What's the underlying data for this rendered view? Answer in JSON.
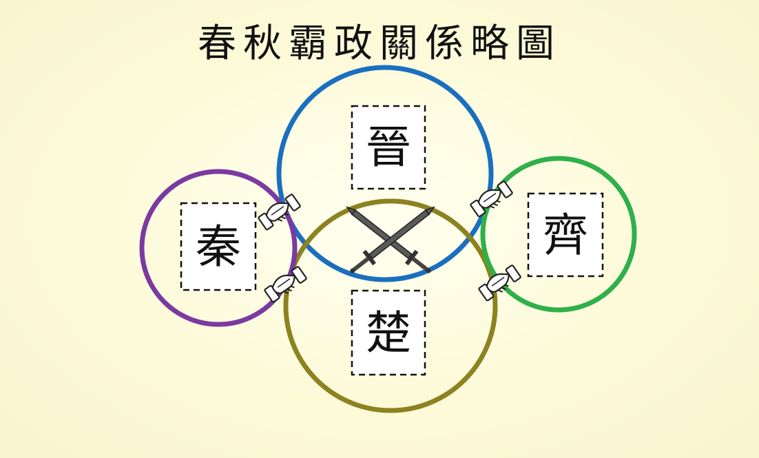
{
  "title": "春秋霸政關係略圖",
  "colors": {
    "background": "#fdfad8",
    "jin_ring": "#1a6fbf",
    "chu_ring": "#8c8220",
    "qin_ring": "#7a3aa0",
    "qi_ring": "#2eb04a",
    "box_border": "#111111"
  },
  "states": {
    "jin": {
      "glyph": "晉",
      "ring_color": "#1a6fbf"
    },
    "chu": {
      "glyph": "楚",
      "ring_color": "#8c8220"
    },
    "qin": {
      "glyph": "秦",
      "ring_color": "#7a3aa0"
    },
    "qi": {
      "glyph": "齊",
      "ring_color": "#2eb04a"
    }
  },
  "relations": [
    {
      "between": [
        "晉",
        "楚"
      ],
      "kind": "rivalry",
      "icon": "crossed-swords-icon"
    },
    {
      "between": [
        "秦",
        "晉"
      ],
      "kind": "alliance",
      "icon": "handshake-icon"
    },
    {
      "between": [
        "秦",
        "楚"
      ],
      "kind": "alliance",
      "icon": "handshake-icon"
    },
    {
      "between": [
        "晉",
        "齊"
      ],
      "kind": "alliance",
      "icon": "handshake-icon"
    },
    {
      "between": [
        "楚",
        "齊"
      ],
      "kind": "alliance",
      "icon": "handshake-icon"
    }
  ]
}
